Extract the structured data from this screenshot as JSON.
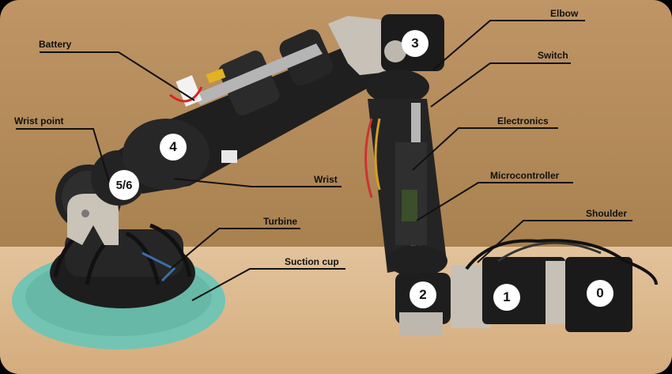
{
  "labels": {
    "battery": "Battery",
    "wrist_point": "Wrist point",
    "elbow": "Elbow",
    "switch": "Switch",
    "electronics": "Electronics",
    "microcontroller": "Microcontroller",
    "wrist": "Wrist",
    "turbine": "Turbine",
    "suction_cup": "Suction cup",
    "shoulder": "Shoulder"
  },
  "joints": {
    "j0": "0",
    "j1": "1",
    "j2": "2",
    "j3": "3",
    "j4": "4",
    "j56": "5/6"
  },
  "colors": {
    "board": "#b48a5f",
    "table": "#d9b58a",
    "robot": "#222222",
    "suction_cup": "#6fc2b0"
  }
}
